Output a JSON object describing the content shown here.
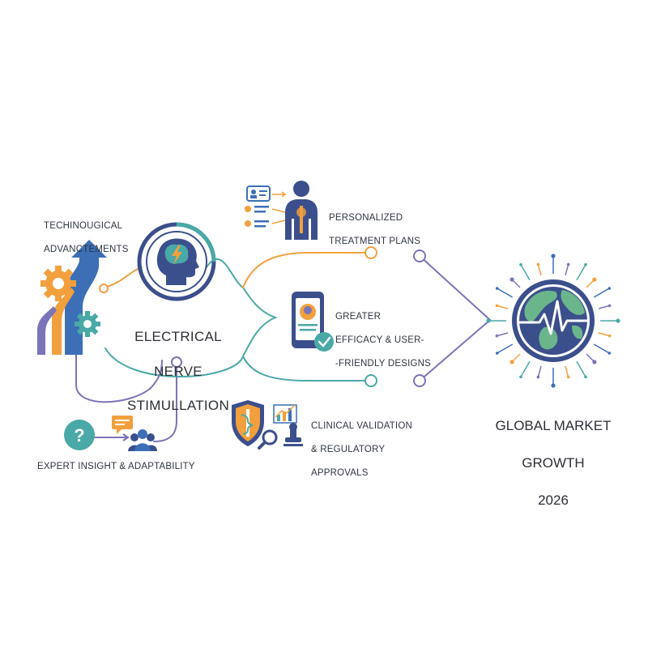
{
  "center": {
    "title_lines": [
      "ELECTRICAL",
      "NERVE",
      "STIMULLATION"
    ]
  },
  "tech": {
    "label_lines": [
      "TECHINOUGICAL",
      "ADVANCTEMENTS"
    ]
  },
  "personalized": {
    "label_lines": [
      "PERSONALIZED",
      "TREATMENT PLANS"
    ]
  },
  "efficacy": {
    "label_lines": [
      "GREATER",
      "EFFICACY & USER-",
      "-FRIENDLY DESIGNS"
    ]
  },
  "clinical": {
    "label_lines": [
      "CLINICAL VALIDATION",
      "& REGULATORY",
      "APPROVALS"
    ]
  },
  "expert": {
    "label": "EXPERT INSIGHT & ADAPTABILITY"
  },
  "market": {
    "title_lines": [
      "GLOBAL MARKET",
      "GROWTH",
      "2026"
    ]
  },
  "colors": {
    "navy": "#3b4f8c",
    "teal": "#49a9a6",
    "orange": "#f2a03d",
    "blue": "#3c6fb6",
    "purple": "#7a74b8",
    "green": "#6bb58c"
  },
  "icons": [
    "arrow-up-icon",
    "gear-icon",
    "brain-icon",
    "lightning-icon",
    "person-body-icon",
    "id-card-icon",
    "smartphone-icon",
    "checkmark-icon",
    "shield-caduceus-icon",
    "bar-chart-icon",
    "magnifier-icon",
    "stamp-icon",
    "question-icon",
    "chat-bubble-icon",
    "people-icon",
    "globe-icon",
    "heartbeat-icon"
  ]
}
